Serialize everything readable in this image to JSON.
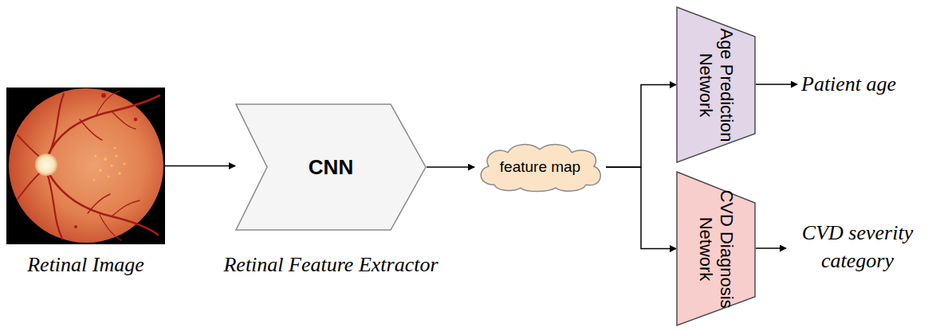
{
  "diagram": {
    "nodes": [
      {
        "text": [
          "Retinal Image"
        ]
      },
      {
        "text": [
          "CNN",
          "Retinal Feature Extractor"
        ]
      },
      {
        "text": [
          "feature map"
        ]
      },
      {
        "text": [
          "Age Prediction Network"
        ]
      },
      {
        "text": [
          "CVD Diagnosis Network"
        ]
      }
    ],
    "edges": [
      {
        "from": 0,
        "to": 1,
        "arrow": "to"
      },
      {
        "from": 1,
        "to": 2,
        "arrow": "to"
      },
      {
        "from": 2,
        "to": 3,
        "arrow": "to"
      },
      {
        "from": 2,
        "to": 4,
        "arrow": "to"
      }
    ],
    "labels": [
      "Patient age",
      "CVD severity category"
    ]
  }
}
